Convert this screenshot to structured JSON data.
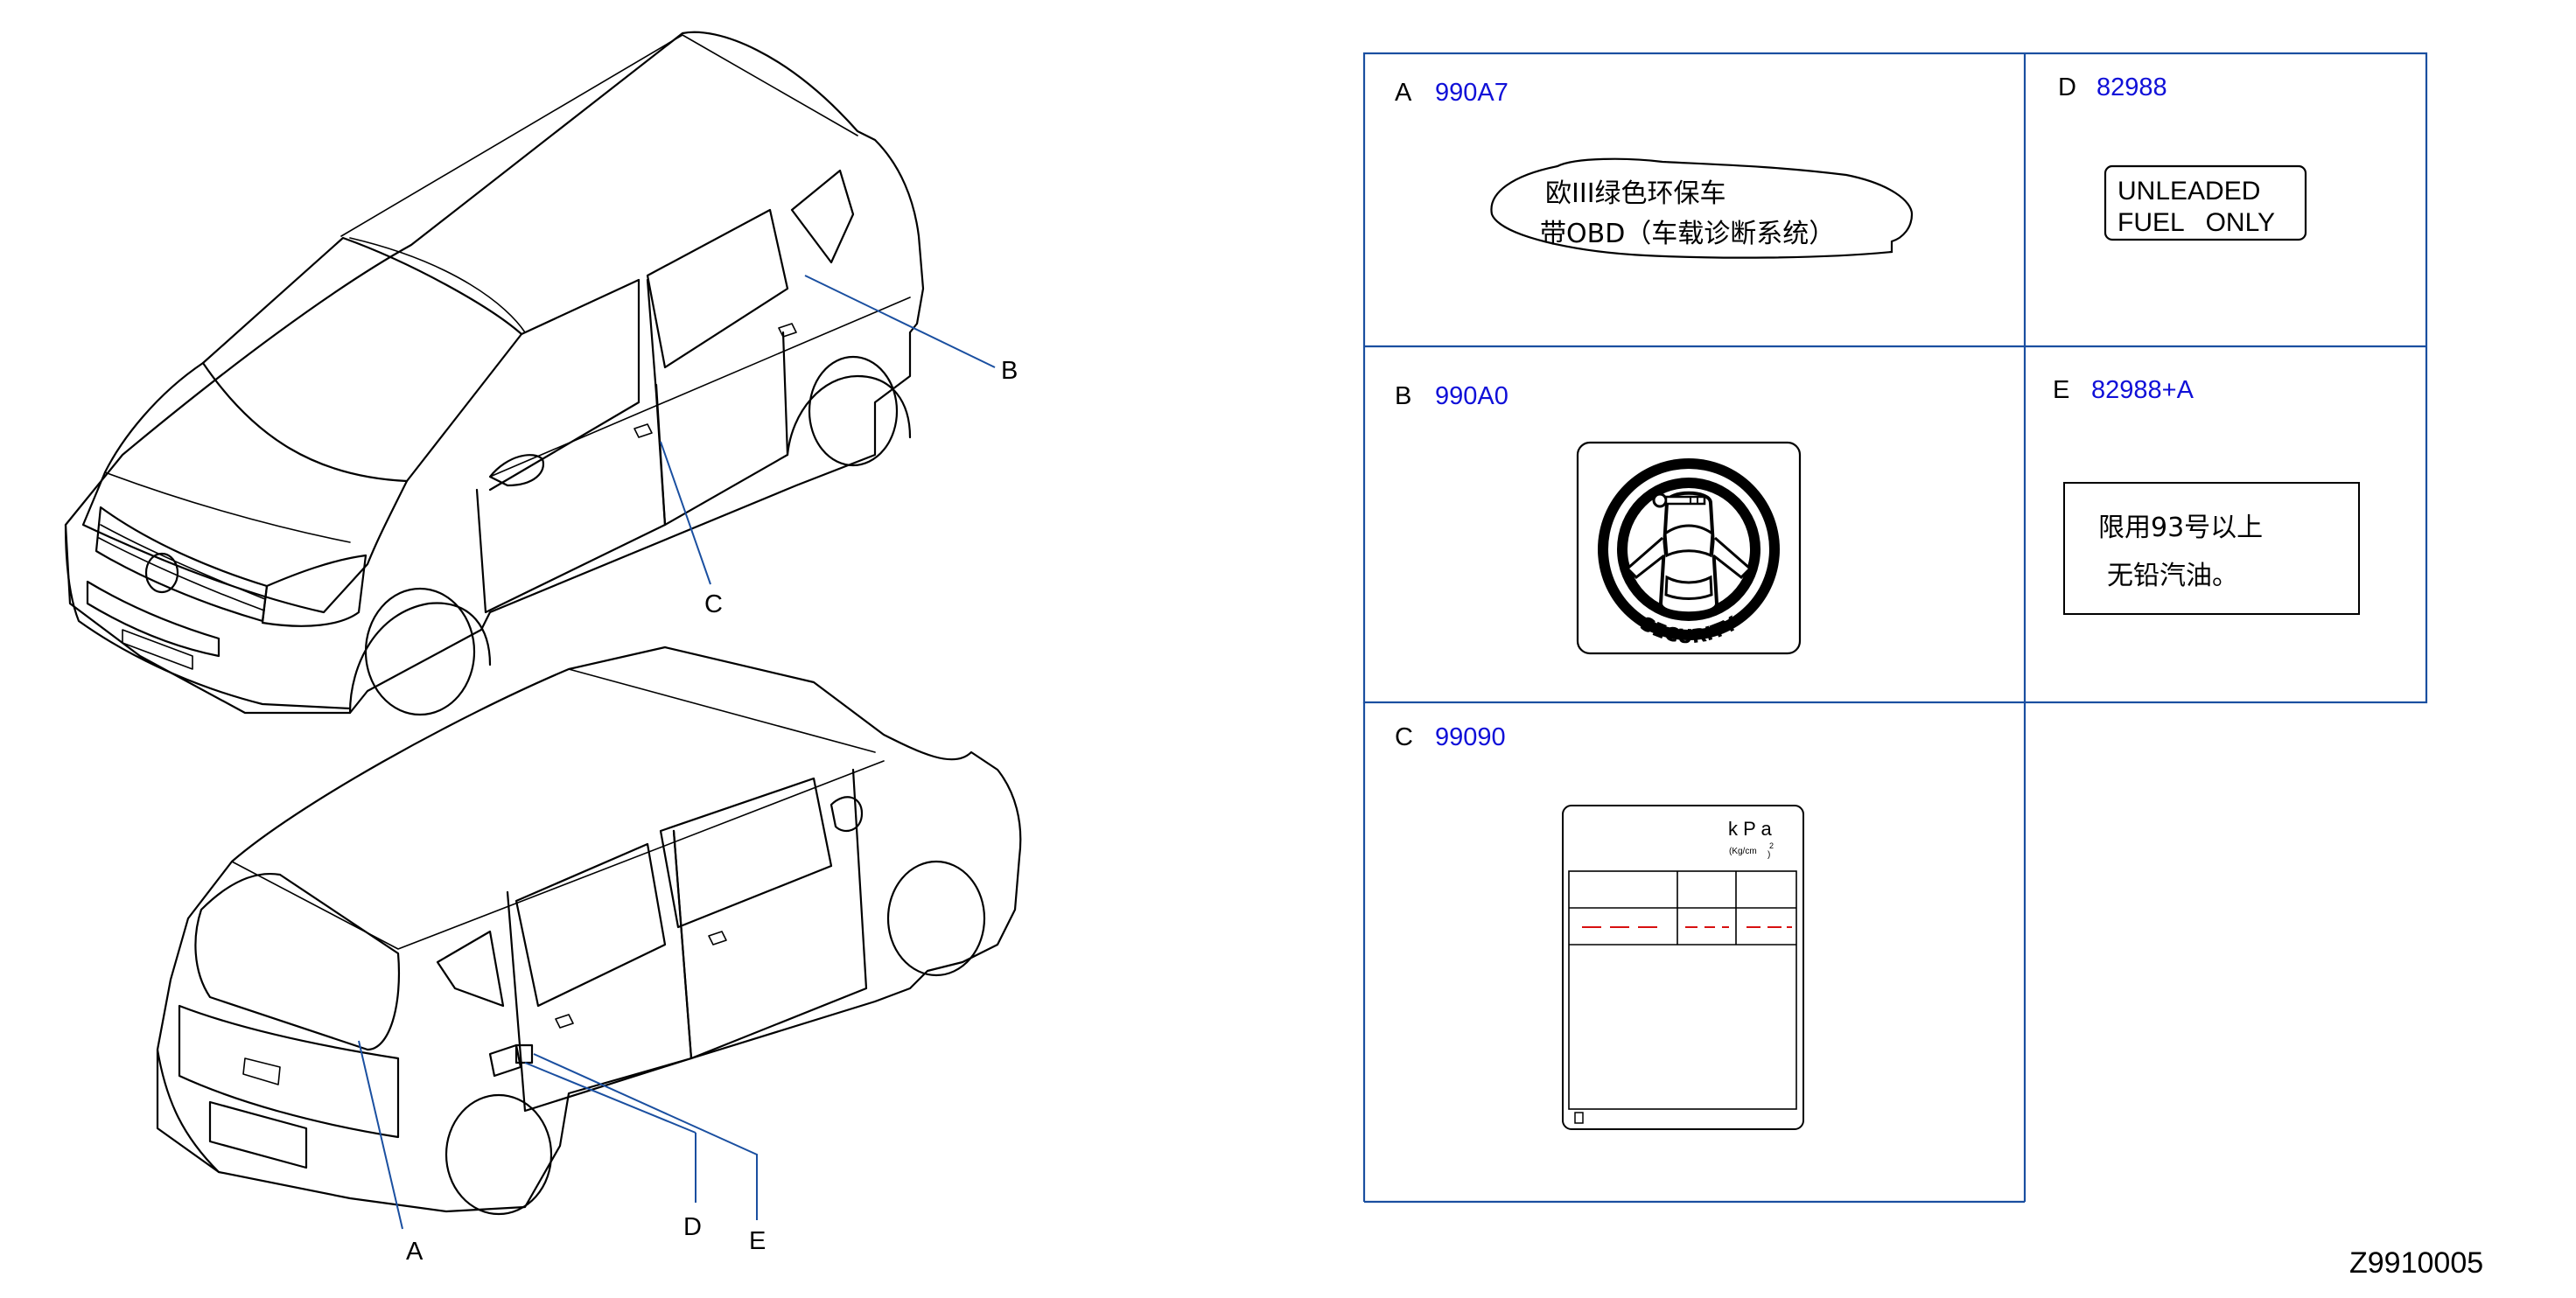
{
  "callouts": {
    "a": "A",
    "b": "B",
    "c": "C",
    "d": "D",
    "e": "E"
  },
  "cells": {
    "a": {
      "letter": "A",
      "part_no": "990A7",
      "line1": "欧III绿色环保车",
      "line2": "带OBD（车载诊断系统）"
    },
    "b": {
      "letter": "B",
      "part_no": "990A0",
      "badge": "SECURITY"
    },
    "c": {
      "letter": "C",
      "part_no": "99090",
      "unit_main": "k P a",
      "unit_sub": "(Kg/cm",
      "unit_sup": "2",
      "unit_close": ")"
    },
    "d": {
      "letter": "D",
      "part_no": "82988",
      "line1": "UNLEADED",
      "line2": "FUEL   ONLY"
    },
    "e": {
      "letter": "E",
      "part_no": "82988+A",
      "line1": "限用93号以上",
      "line2": "无铅汽油。"
    }
  },
  "diagram_code": "Z9910005",
  "colors": {
    "grid": "#1a4fa0",
    "part_no": "#1010d8",
    "dash": "#d81010"
  }
}
